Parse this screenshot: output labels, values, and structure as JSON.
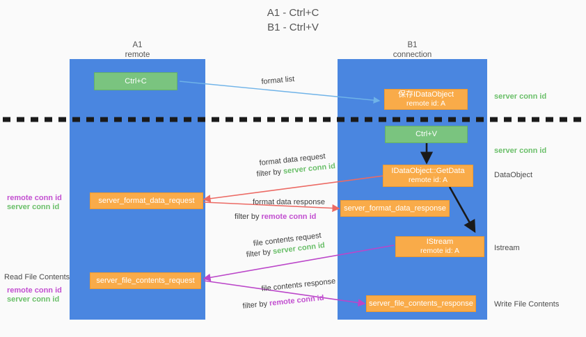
{
  "title": "A1 - Ctrl+C\nB1 - Ctrl+V",
  "columns": [
    {
      "name": "A1",
      "sub": "remote"
    },
    {
      "name": "B1",
      "sub": "connection"
    }
  ],
  "nodes": {
    "ctrl_c": {
      "line1": "Ctrl+C",
      "line2": ""
    },
    "save_idataobject": {
      "line1": "保存IDataObject",
      "line2": "remote id: A"
    },
    "ctrl_v": {
      "line1": "Ctrl+V",
      "line2": ""
    },
    "idataobject_getdata": {
      "line1": "IDataObject::GetData",
      "line2": "remote id: A"
    },
    "server_format_data_request": {
      "line1": "server_format_data_request",
      "line2": ""
    },
    "server_format_data_response": {
      "line1": "server_format_data_response",
      "line2": ""
    },
    "istream": {
      "line1": "IStream",
      "line2": "remote id: A"
    },
    "server_file_contents_request": {
      "line1": "server_file_contents_request",
      "line2": ""
    },
    "server_file_contents_response": {
      "line1": "server_file_contents_response",
      "line2": ""
    }
  },
  "edge_labels": {
    "format_list": "format list",
    "format_data_request": "format data request",
    "format_data_request_filter_prefix": "filter by ",
    "format_data_request_filter_value": "server conn id",
    "format_data_response": "format data response",
    "format_data_response_filter_prefix": "filter by ",
    "format_data_response_filter_value": "remote conn id",
    "file_contents_request": "file contents request",
    "file_contents_request_filter_prefix": "filter by ",
    "file_contents_request_filter_value": "server conn id",
    "file_contents_response": "file contents response",
    "file_contents_response_filter_prefix": "filter by ",
    "file_contents_response_filter_value": "remote conn id"
  },
  "right_annotations": {
    "server_conn_id_top": "server conn id",
    "server_conn_id_mid": "server conn id",
    "dataobject": "DataObject",
    "istream": "Istream",
    "write_file_contents": "Write File Contents"
  },
  "left_annotations": {
    "remote_conn_id_mid": "remote conn id",
    "server_conn_id_mid": "server conn id",
    "read_file_contents": "Read File Contents",
    "remote_conn_id_bottom": "remote conn id",
    "server_conn_id_bottom": "server conn id"
  },
  "colors": {
    "background": "#fafafa",
    "lane": "#4a86e0",
    "green_node": "#7ac47f",
    "orange_node": "#f9ab49",
    "blue_arrow": "#6fb3e8",
    "red_arrow": "#ec6a64",
    "purple_arrow": "#bb46c9",
    "black_arrow": "#1a1a1a",
    "green_text": "#6abf69",
    "purple_text": "#c24fd0"
  }
}
